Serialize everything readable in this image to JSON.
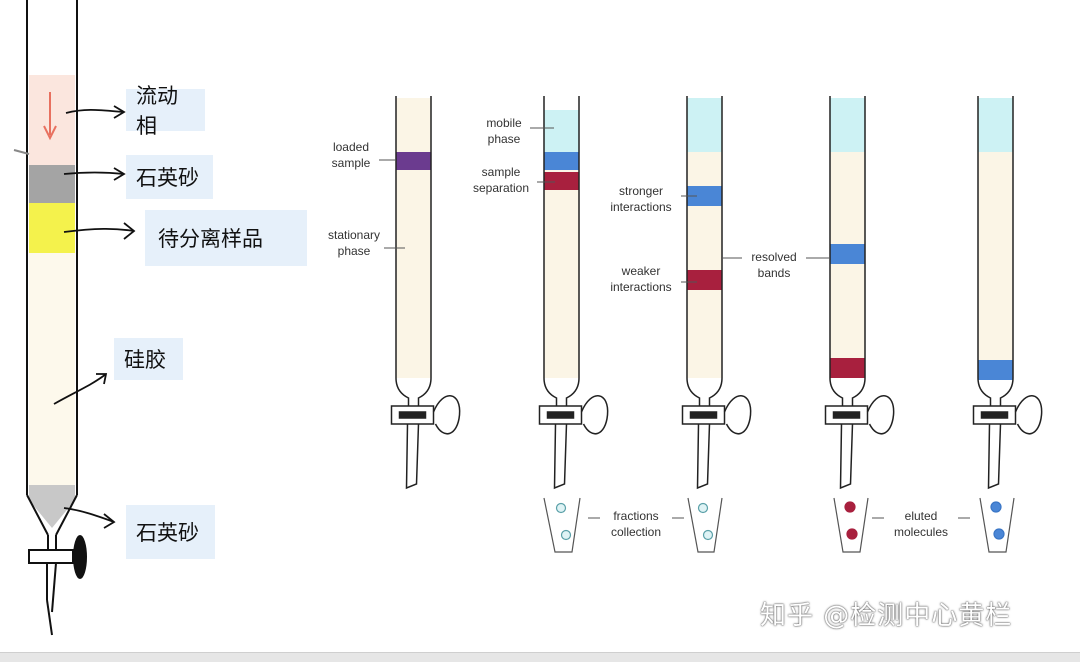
{
  "left_labels": {
    "mobile_phase": "流动相",
    "quartz_sand_top": "石英砂",
    "sample": "待分离样品",
    "silica_gel": "硅胶",
    "quartz_sand_bottom": "石英砂"
  },
  "diagram_labels": {
    "loaded_sample": [
      "loaded",
      "sample"
    ],
    "stationary_phase": [
      "stationary",
      "phase"
    ],
    "mobile_phase": [
      "mobile",
      "phase"
    ],
    "sample_separation": [
      "sample",
      "separation"
    ],
    "stronger_interactions": [
      "stronger",
      "interactions"
    ],
    "weaker_interactions": [
      "weaker",
      "interactions"
    ],
    "resolved_bands": [
      "resolved",
      "bands"
    ],
    "fractions_collection": [
      "fractions",
      "collection"
    ],
    "eluted_molecules": [
      "eluted",
      "molecules"
    ]
  },
  "colors": {
    "mobile": "#cdf2f4",
    "stationary": "#fbf5e6",
    "purple_band": "#6b3b8f",
    "blue_band": "#4a86d6",
    "red_band": "#a8203e",
    "label_bg": "#e6f0fa"
  },
  "watermark": "知乎 @检测中心黄栏"
}
